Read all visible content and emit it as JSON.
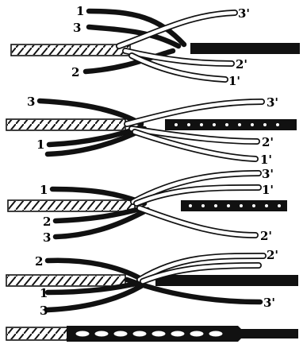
{
  "figure": {
    "steps": [
      {
        "id": "step-1",
        "labels": {
          "left_top": "1",
          "left_mid": "3",
          "left_bottom": "2",
          "right_top": "3'",
          "right_mid": "2'",
          "right_bottom": "1'"
        }
      },
      {
        "id": "step-2",
        "labels": {
          "left_top": "3",
          "left_bottom": "1",
          "right_top": "3'",
          "right_mid": "2'",
          "right_bottom": "1'"
        }
      },
      {
        "id": "step-3",
        "labels": {
          "left_top": "1",
          "left_mid": "2",
          "left_bottom": "3",
          "right_top": "3'",
          "right_mid": "1'",
          "right_bottom": "2'"
        }
      },
      {
        "id": "step-4",
        "labels": {
          "left_top": "2",
          "left_mid": "1",
          "left_bottom": "3",
          "right_top": "2'",
          "right_bottom": "3'"
        }
      },
      {
        "id": "step-5",
        "labels": {}
      }
    ],
    "colors": {
      "ink": "#111111",
      "paper": "#ffffff"
    }
  }
}
